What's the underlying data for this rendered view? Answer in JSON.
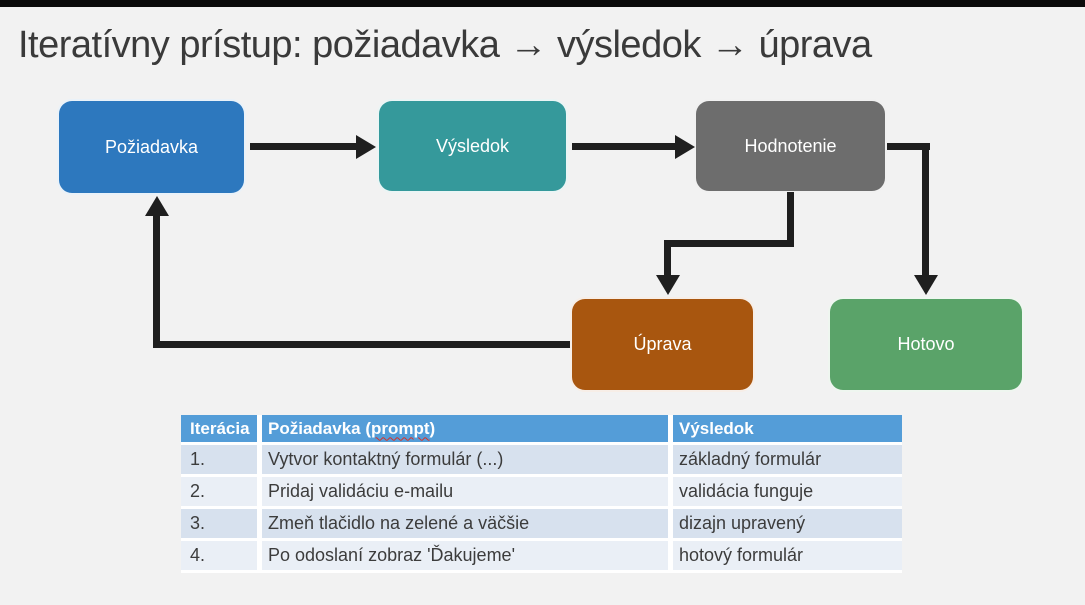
{
  "title": "Iteratívny prístup: požiadavka → výsledok → úprava",
  "colors": {
    "background": "#F2F2F2",
    "top_bar": "#0B0B0B",
    "arrow": "#1F1F1F",
    "title_text": "#3A3A3A",
    "node_text": "#FFFFFF",
    "table_header_bg": "#549DD8",
    "table_header_text": "#FFFFFF",
    "row_band_dark": "#D7E1EE",
    "row_band_light": "#EAEFF6",
    "cell_text": "#3C3C3C",
    "spellcheck_underline": "#D93025"
  },
  "diagram": {
    "nodes": [
      {
        "id": "poziadavka",
        "label": "Požiadavka",
        "color": "#2D78BE"
      },
      {
        "id": "vysledok",
        "label": "Výsledok",
        "color": "#35999B"
      },
      {
        "id": "hodnotenie",
        "label": "Hodnotenie",
        "color": "#6D6D6D"
      },
      {
        "id": "uprava",
        "label": "Úprava",
        "color": "#A8560F"
      },
      {
        "id": "hotovo",
        "label": "Hotovo",
        "color": "#5AA369"
      }
    ],
    "edges": [
      {
        "from": "Požiadavka",
        "to": "Výsledok"
      },
      {
        "from": "Výsledok",
        "to": "Hodnotenie"
      },
      {
        "from": "Hodnotenie",
        "to": "Úprava"
      },
      {
        "from": "Hodnotenie",
        "to": "Hotovo"
      },
      {
        "from": "Úprava",
        "to": "Požiadavka"
      }
    ]
  },
  "table": {
    "columns": [
      {
        "label": "Iterácia"
      },
      {
        "label": "Požiadavka (prompt)",
        "prefix": "Požiadavka (",
        "misspelled_word": "prompt",
        "suffix": ")"
      },
      {
        "label": "Výsledok"
      }
    ],
    "rows": [
      {
        "iteration": "1.",
        "prompt": "Vytvor kontaktný formulár (...)",
        "result": "základný formulár"
      },
      {
        "iteration": "2.",
        "prompt": "Pridaj validáciu e-mailu",
        "result": "validácia funguje"
      },
      {
        "iteration": "3.",
        "prompt": "Zmeň tlačidlo na zelené a väčšie",
        "result": "dizajn upravený"
      },
      {
        "iteration": "4.",
        "prompt": "Po odoslaní zobraz 'Ďakujeme'",
        "result": "hotový formulár"
      }
    ]
  }
}
